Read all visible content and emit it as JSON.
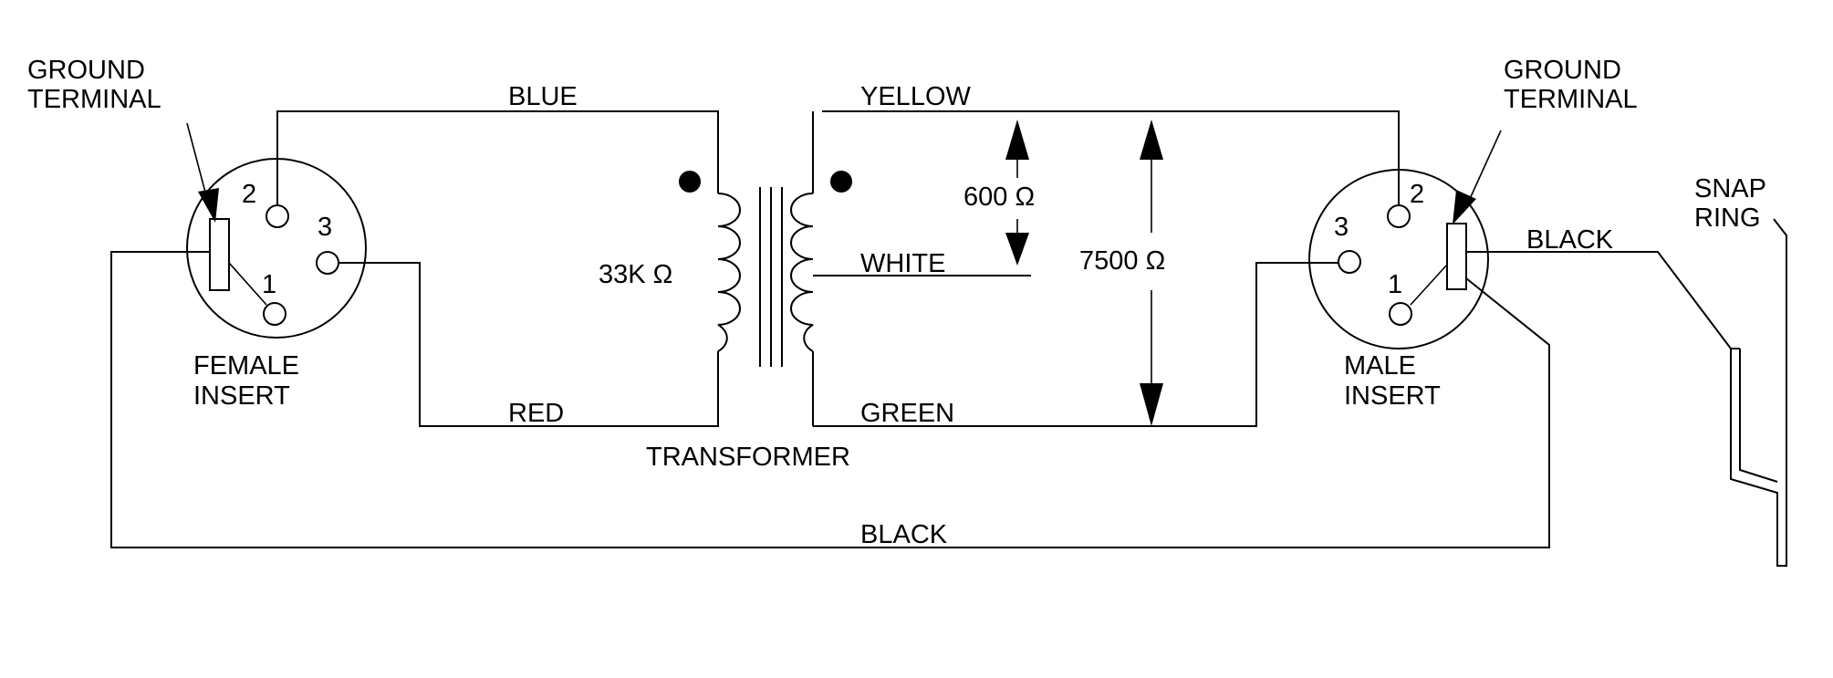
{
  "labels": {
    "ground_terminal_left_line1": "GROUND",
    "ground_terminal_left_line2": "TERMINAL",
    "ground_terminal_right_line1": "GROUND",
    "ground_terminal_right_line2": "TERMINAL",
    "blue": "BLUE",
    "yellow": "YELLOW",
    "white": "WHITE",
    "red": "RED",
    "green": "GREEN",
    "black_top": "BLACK",
    "black_bottom": "BLACK",
    "transformer": "TRANSFORMER",
    "primary_impedance": "33K Ω",
    "tap_impedance": "600 Ω",
    "secondary_impedance": "7500 Ω",
    "female_insert_line1": "FEMALE",
    "female_insert_line2": "INSERT",
    "male_insert_line1": "MALE",
    "male_insert_line2": "INSERT",
    "snap_ring_line1": "SNAP",
    "snap_ring_line2": "RING"
  },
  "female_pins": {
    "pin1": "1",
    "pin2": "2",
    "pin3": "3"
  },
  "male_pins": {
    "pin1": "1",
    "pin2": "2",
    "pin3": "3"
  }
}
